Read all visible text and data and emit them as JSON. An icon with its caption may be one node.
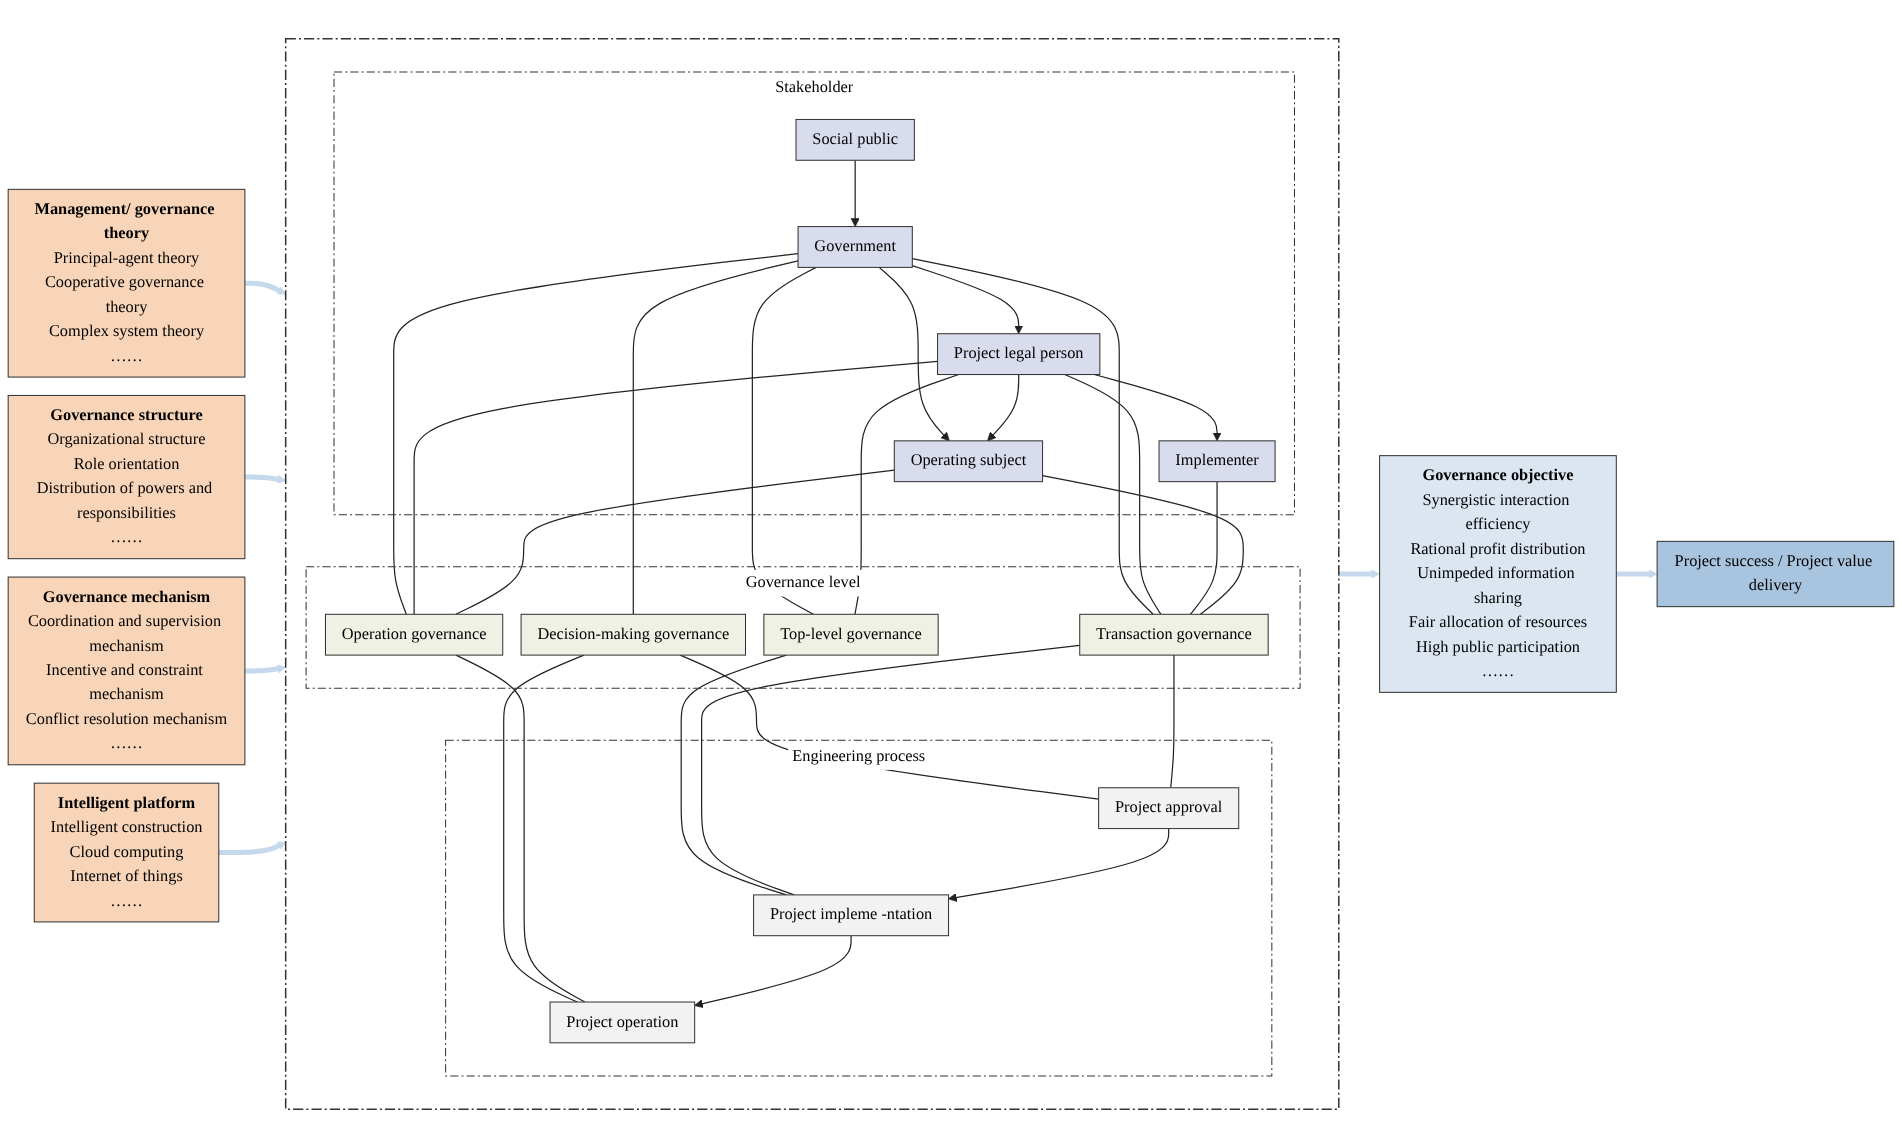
{
  "diagram": {
    "nodes": [
      {
        "text": [
          "Management/ governance theory",
          "Principal-agent theory",
          "Cooperative governance theory",
          "Complex system theory",
          "……"
        ]
      },
      {
        "text": [
          "Governance structure",
          "Organizational structure",
          "Role orientation",
          "Distribution of powers and responsibilities",
          "……"
        ]
      },
      {
        "text": [
          "Governance mechanism",
          "Coordination and supervision mechanism",
          "Incentive and constraint mechanism",
          "Conflict resolution mechanism",
          "……"
        ]
      },
      {
        "text": [
          "Intelligent platform",
          "Intelligent construction",
          "Cloud computing",
          "Internet of things",
          "……"
        ]
      },
      {
        "text": [],
        "shape": "box"
      },
      {
        "text": [
          "Stakeholder"
        ],
        "in": 4
      },
      {
        "text": [
          "Social public"
        ],
        "in": 5
      },
      {
        "text": [
          "Government"
        ],
        "in": 5
      },
      {
        "text": [
          "Project legal person"
        ],
        "in": 5
      },
      {
        "text": [
          "Implementer"
        ],
        "in": 5
      },
      {
        "text": [
          "Operating subject"
        ],
        "in": 5
      },
      {
        "text": [
          "Governance level"
        ],
        "in": 4
      },
      {
        "text": [
          "Decision-making governance"
        ],
        "in": 11
      },
      {
        "text": [
          "Top-level governance"
        ],
        "in": 11
      },
      {
        "text": [
          "Transaction governance"
        ],
        "in": 11
      },
      {
        "text": [
          "Operation governance"
        ],
        "in": 11
      },
      {
        "text": [
          "Engineering process"
        ],
        "in": 4
      },
      {
        "text": [
          "Project approval"
        ],
        "in": 16
      },
      {
        "text": [
          "Project impleme -ntation"
        ],
        "in": 16
      },
      {
        "text": [
          "Project operation"
        ],
        "in": 16
      },
      {
        "text": [
          "Governance objective",
          "Synergistic interaction efficiency",
          "Rational profit distribution",
          "Unimpeded information sharing",
          "Fair allocation of resources",
          "High public participation",
          "……"
        ]
      },
      {
        "text": [
          "Project success / Project value delivery"
        ]
      }
    ],
    "edges": [
      {
        "from": 0,
        "to": 4,
        "arrow": "to",
        "style": "thick",
        "color": "#c6d9ec"
      },
      {
        "from": 1,
        "to": 4,
        "arrow": "to",
        "style": "thick",
        "color": "#c6d9ec"
      },
      {
        "from": 2,
        "to": 4,
        "arrow": "to",
        "style": "thick",
        "color": "#c6d9ec"
      },
      {
        "from": 3,
        "to": 4,
        "arrow": "to",
        "style": "thick",
        "color": "#c6d9ec"
      },
      {
        "from": 6,
        "to": 7,
        "arrow": "to"
      },
      {
        "from": 7,
        "to": 8,
        "arrow": "to"
      },
      {
        "from": 8,
        "to": 9,
        "arrow": "to"
      },
      {
        "from": 7,
        "to": 10,
        "arrow": "to"
      },
      {
        "from": 8,
        "to": 10,
        "arrow": "to"
      },
      {
        "from": 7,
        "to": 12,
        "arrow": "none"
      },
      {
        "from": 7,
        "to": 13,
        "arrow": "none"
      },
      {
        "from": 7,
        "to": 14,
        "arrow": "none"
      },
      {
        "from": 7,
        "to": 15,
        "arrow": "none"
      },
      {
        "from": 8,
        "to": 13,
        "arrow": "none"
      },
      {
        "from": 8,
        "to": 14,
        "arrow": "none"
      },
      {
        "from": 8,
        "to": 15,
        "arrow": "none"
      },
      {
        "from": 9,
        "to": 14,
        "arrow": "none"
      },
      {
        "from": 10,
        "to": 14,
        "arrow": "none"
      },
      {
        "from": 10,
        "to": 15,
        "arrow": "none"
      },
      {
        "from": 12,
        "to": 17,
        "arrow": "none"
      },
      {
        "from": 12,
        "to": 19,
        "arrow": "none"
      },
      {
        "from": 13,
        "to": 18,
        "arrow": "none"
      },
      {
        "from": 14,
        "to": 17,
        "arrow": "none"
      },
      {
        "from": 14,
        "to": 18,
        "arrow": "none"
      },
      {
        "from": 15,
        "to": 19,
        "arrow": "none"
      },
      {
        "from": 17,
        "to": 18,
        "arrow": "to"
      },
      {
        "from": 18,
        "to": 19,
        "arrow": "to"
      },
      {
        "from": 4,
        "to": 20,
        "arrow": "to",
        "style": "thick",
        "color": "#c6d9ec"
      },
      {
        "from": 20,
        "to": 21,
        "arrow": "to",
        "style": "thick",
        "color": "#c6d9ec"
      }
    ]
  }
}
